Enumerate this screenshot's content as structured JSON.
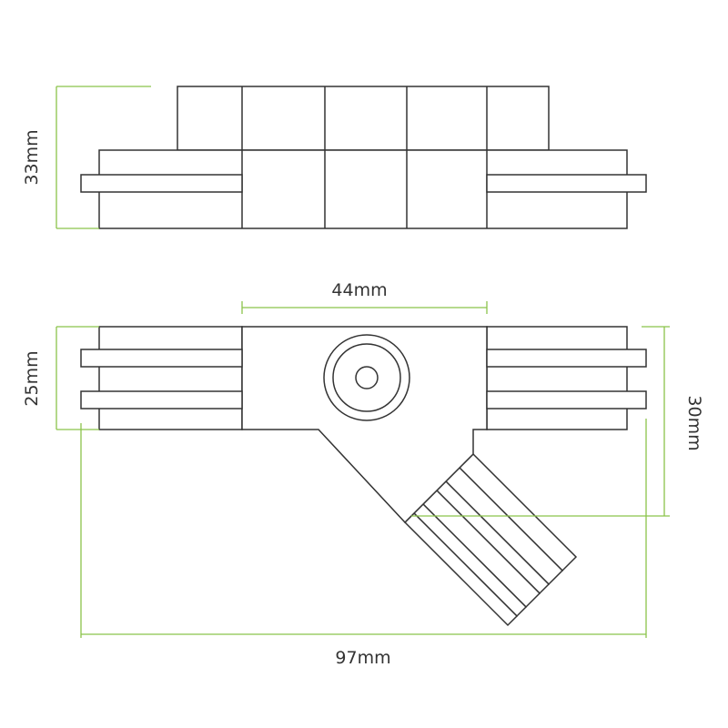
{
  "dimensions": {
    "height_top": "33mm",
    "center_width": "44mm",
    "left_height": "25mm",
    "right_height": "30mm",
    "total_width": "97mm"
  },
  "colors": {
    "outline": "#333333",
    "dimension_line": "#8bc34a",
    "background": "#ffffff"
  }
}
